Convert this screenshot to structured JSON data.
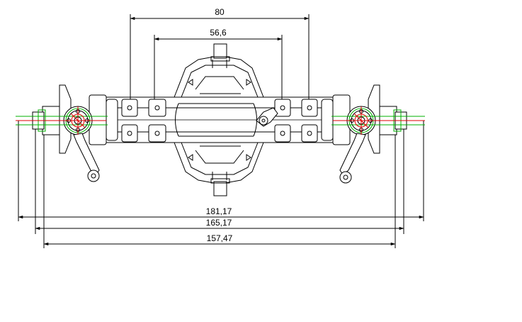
{
  "drawing": {
    "subject": "axle assembly technical drawing",
    "dimensions": {
      "top_width": "80",
      "inner_width": "56,6",
      "overall_width": "181,17",
      "hub_width": "165,17",
      "flange_width": "157,47"
    },
    "colors": {
      "line": "#000000",
      "axis_red": "#e00000",
      "axis_green": "#00b000",
      "background": "#ffffff"
    }
  }
}
